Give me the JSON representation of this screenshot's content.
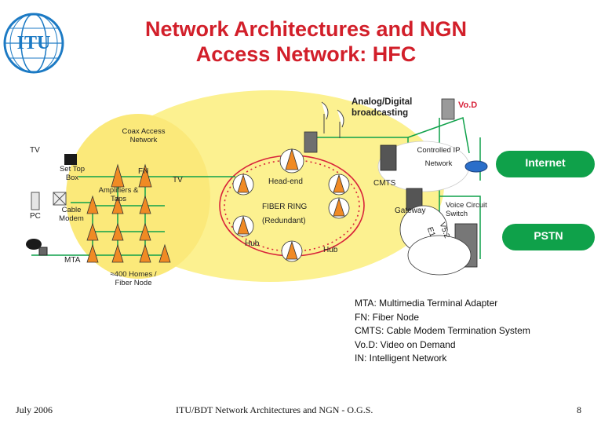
{
  "header": {
    "logo_text": "ITU",
    "title_line1": "Network Architectures and NGN",
    "title_line2": "Access Network: HFC"
  },
  "diagram": {
    "coax_area": "Coax Access\nNetwork",
    "tv_left": "TV",
    "tv_mid": "TV",
    "set_top_box": "Set Top\nBox",
    "fn": "FN",
    "amplifiers": "Amplifiers &\nTaps",
    "pc": "PC",
    "cable_modem": "Cable\nModem",
    "mta": "MTA",
    "homes": "≈400 Homes /\nFiber Node",
    "head_end": "Head-end",
    "fiber_ring": "FIBER RING",
    "redundant": "(Redundant)",
    "hub_left": "Hub",
    "hub_right": "Hub",
    "analog_digital": "Analog/Digital\nbroadcasting",
    "vod": "Vo.D",
    "controlled_ip": "Controlled IP\nNetwork",
    "cmts": "CMTS",
    "gateway": "Gateway",
    "voice_circuit": "Voice Circuit\nSwitch",
    "v52": "V5.2",
    "e1": "E1",
    "internet": "Internet",
    "pstn": "PSTN",
    "colors": {
      "hfc_area": "#fcf190",
      "network_green": "#0fa14a",
      "fiber_red": "#d8233a",
      "title_red": "#d21f2a",
      "logo_blue": "#1c7ac4"
    }
  },
  "legend": [
    "MTA: Multimedia Terminal Adapter",
    "FN: Fiber Node",
    "CMTS: Cable Modem Termination System",
    "Vo.D: Video on Demand",
    "IN: Intelligent Network"
  ],
  "footer": {
    "date": "July 2006",
    "center": "ITU/BDT Network Architectures and NGN - O.G.S.",
    "page": "8"
  }
}
